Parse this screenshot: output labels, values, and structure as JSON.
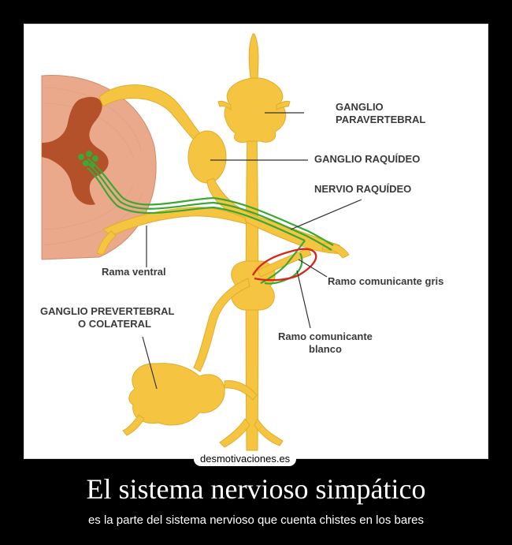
{
  "diagram": {
    "labels": {
      "ganglio_paravertebral": "GANGLIO\nPARAVERTEBRAL",
      "ganglio_raquideo": "GANGLIO RAQUÍDEO",
      "nervio_raquideo": "NERVIO RAQUÍDEO",
      "rama_ventral": "Rama ventral",
      "ramo_comunicante_gris": "Ramo comunicante gris",
      "ganglio_prevertebral": "GANGLIO PREVERTEBRAL\nO COLATERAL",
      "ramo_comunicante_blanco": "Ramo comunicante\nblanco"
    },
    "colors": {
      "nerve": "#f5c542",
      "spinal_cord": "#e9a98a",
      "gray_matter": "#b4502a",
      "fiber": "#3aa832",
      "red_fiber": "#d8261c",
      "leader_line": "#333333"
    }
  },
  "watermark": "desmotivaciones.es",
  "caption": {
    "title": "El sistema nervioso simpático",
    "subtitle": "es la parte del sistema nervioso que cuenta chistes en los bares"
  }
}
